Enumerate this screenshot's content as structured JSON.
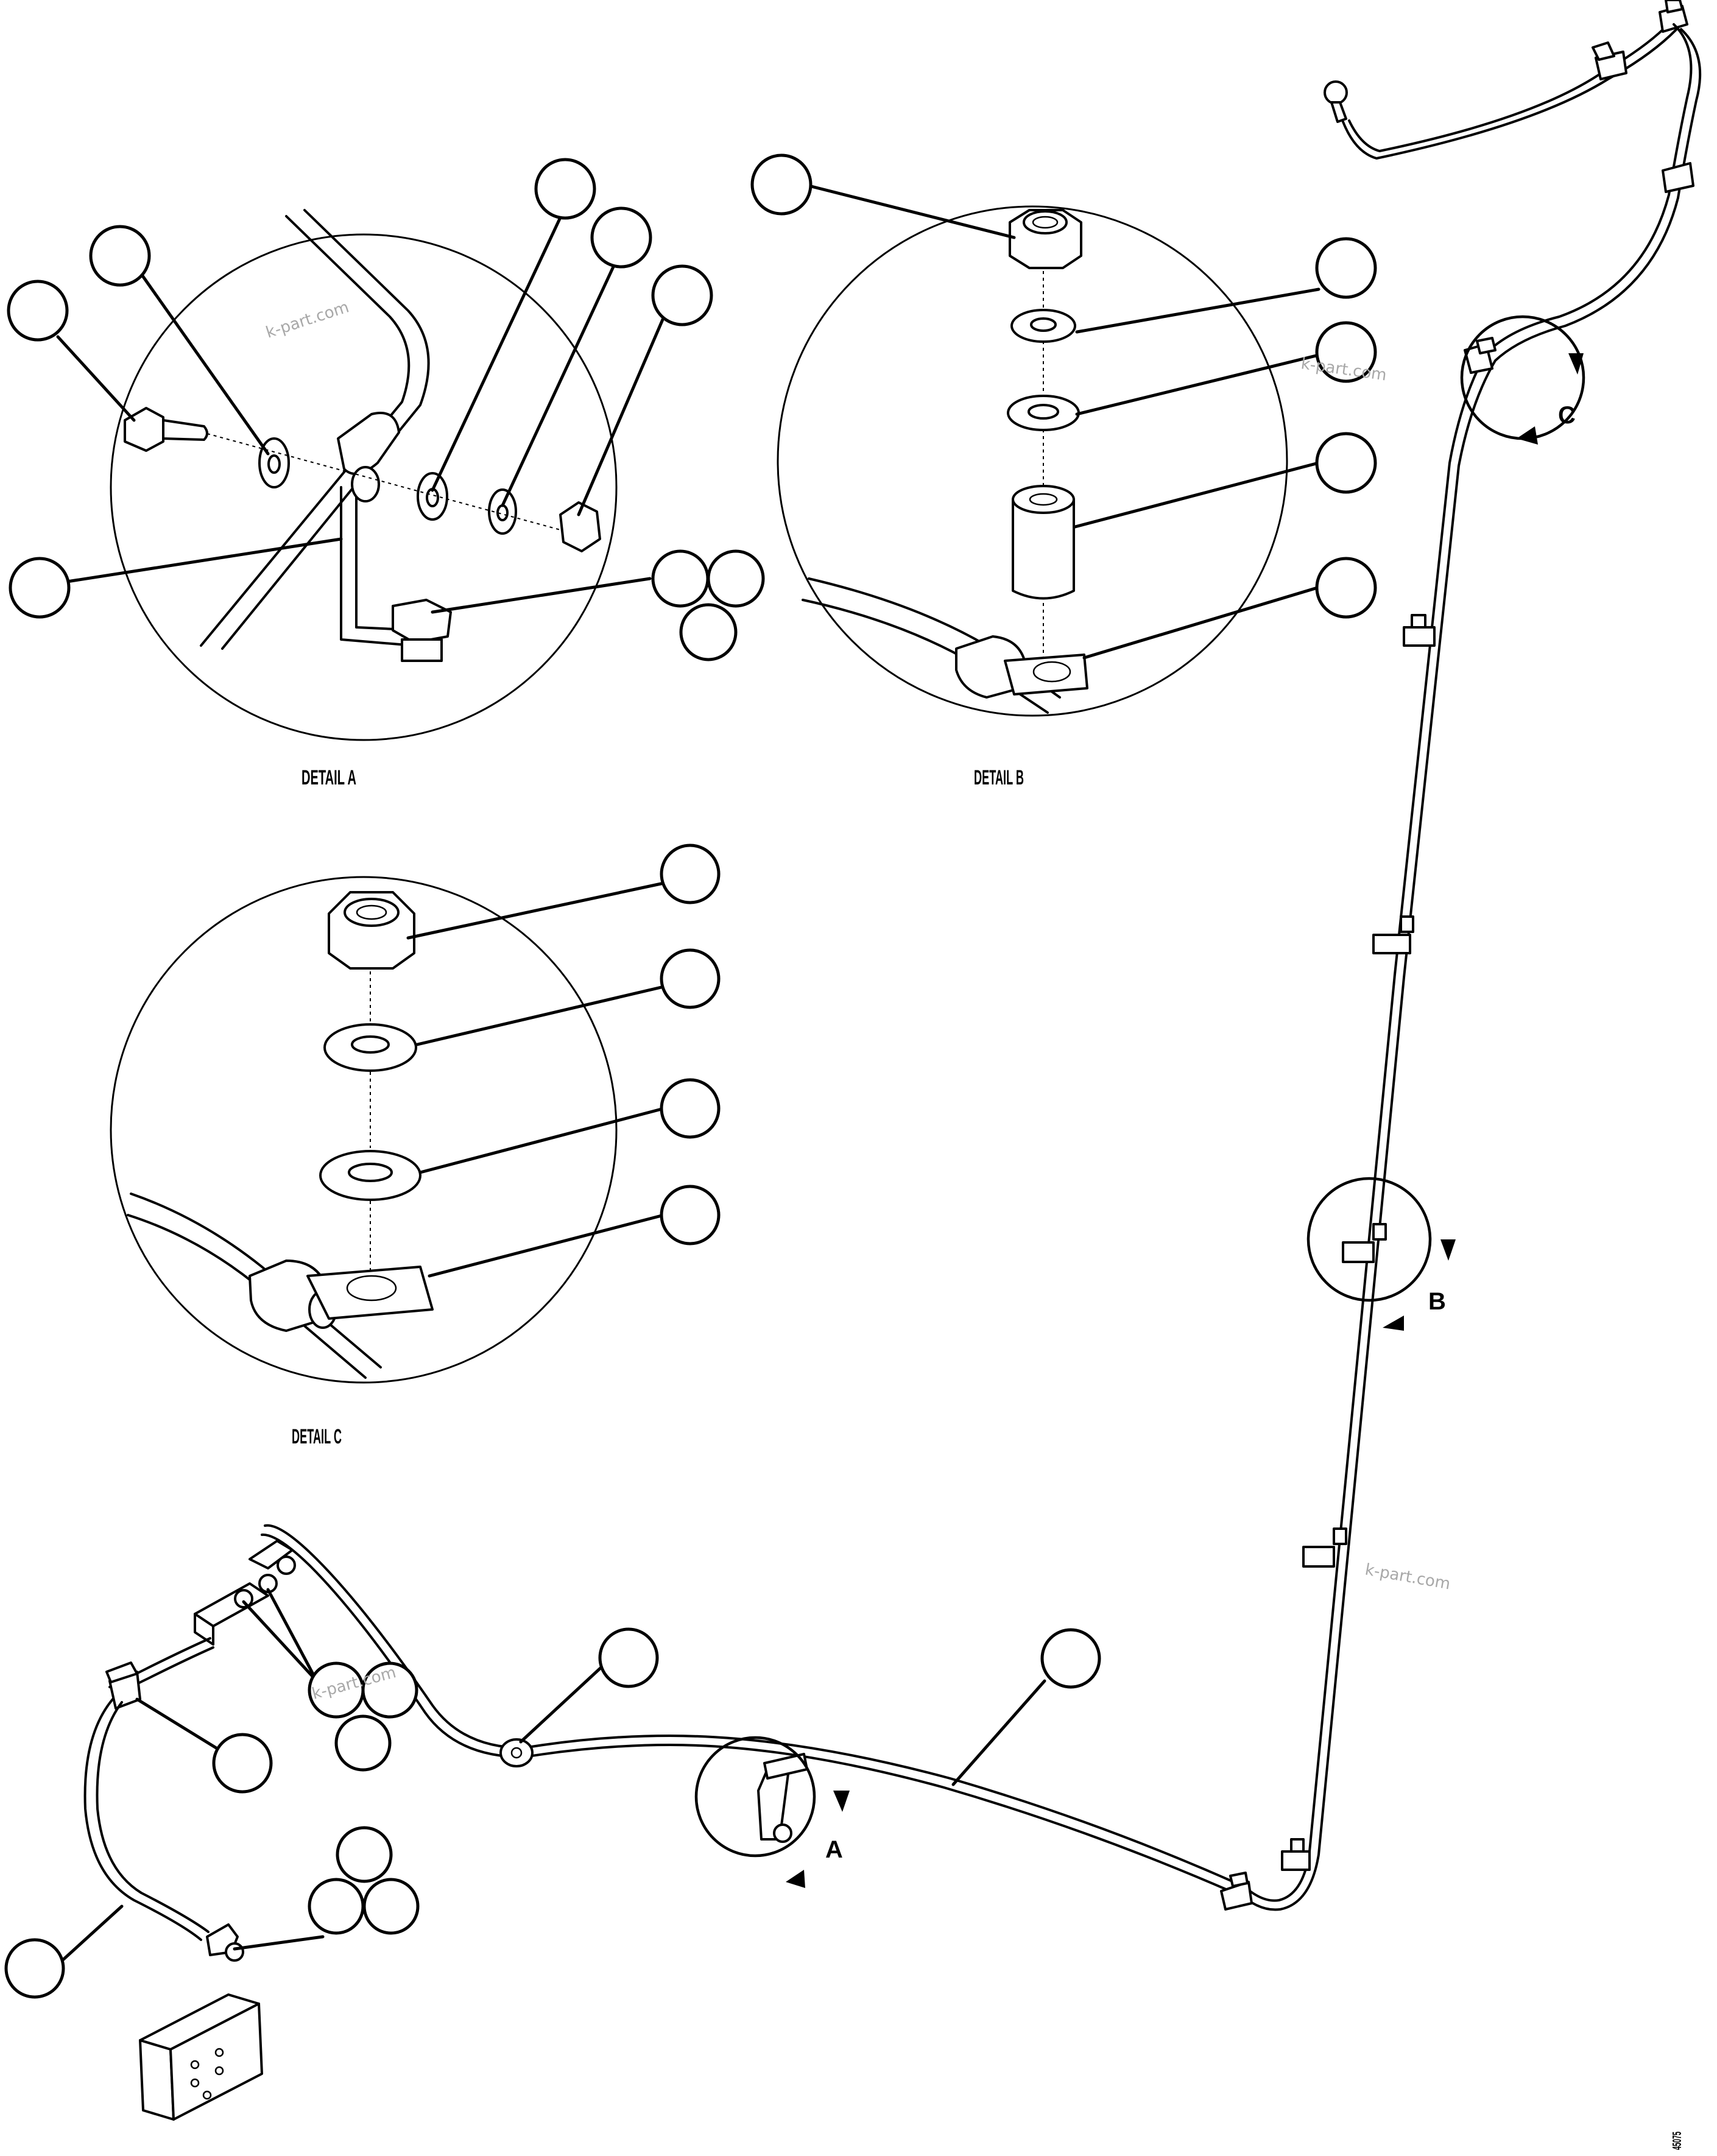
{
  "details": {
    "a": {
      "caption": "DETAIL A"
    },
    "b": {
      "caption": "DETAIL B"
    },
    "c": {
      "caption": "DETAIL C"
    }
  },
  "view_markers": {
    "a": "A",
    "b": "B",
    "c": "C"
  },
  "watermarks": [
    "k-part.com",
    "k-part.com",
    "k-part.com",
    "k-part.com"
  ],
  "drawing_number": "45075",
  "colors": {
    "line": "#000000",
    "background": "#ffffff",
    "watermark": "#a8a8a8"
  },
  "icons": [
    "hex-nut-icon",
    "flat-washer-icon",
    "spacer-tube-icon",
    "hex-bolt-icon",
    "p-clip-icon",
    "terminal-block-icon",
    "ring-terminal-icon",
    "view-arrow-icon"
  ]
}
